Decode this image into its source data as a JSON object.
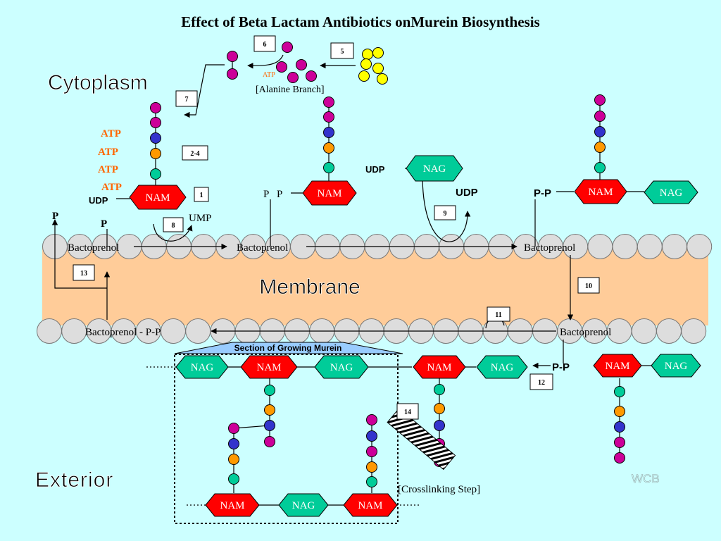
{
  "title": "Effect of Beta Lactam Antibiotics onMurein Biosynthesis",
  "regions": {
    "cytoplasm": "Cytoplasm",
    "membrane": "Membrane",
    "exterior": "Exterior"
  },
  "labels": {
    "alanine_branch": "[Alanine Branch]",
    "atp": "ATP",
    "udp": "UDP",
    "ump": "UMP",
    "p": "P",
    "pp": "P-P",
    "p_dash_p": "P   P",
    "bactoprenol": "Bactoprenol",
    "bactoprenol_pp": "Bactoprenol - P-P",
    "nam": "NAM",
    "nag": "NAG",
    "growing_murein": "Section of Growing Murein",
    "crosslinking": "[Crosslinking Step]",
    "watermark": "WCB"
  },
  "steps": [
    "1",
    "2-4",
    "5",
    "6",
    "7",
    "8",
    "9",
    "10",
    "11",
    "12",
    "13",
    "14"
  ],
  "colors": {
    "background": "#ccffff",
    "membrane": "#ffcc99",
    "lipid_bead": "#dddddd",
    "nam": "#ff0000",
    "nag": "#00cc99",
    "magenta": "#cc0099",
    "blue": "#3333cc",
    "orange": "#ff9900",
    "teal": "#00cc99",
    "yellow": "#ffff00",
    "atp_orange": "#ff6600",
    "header_bar": "#99ccff"
  }
}
